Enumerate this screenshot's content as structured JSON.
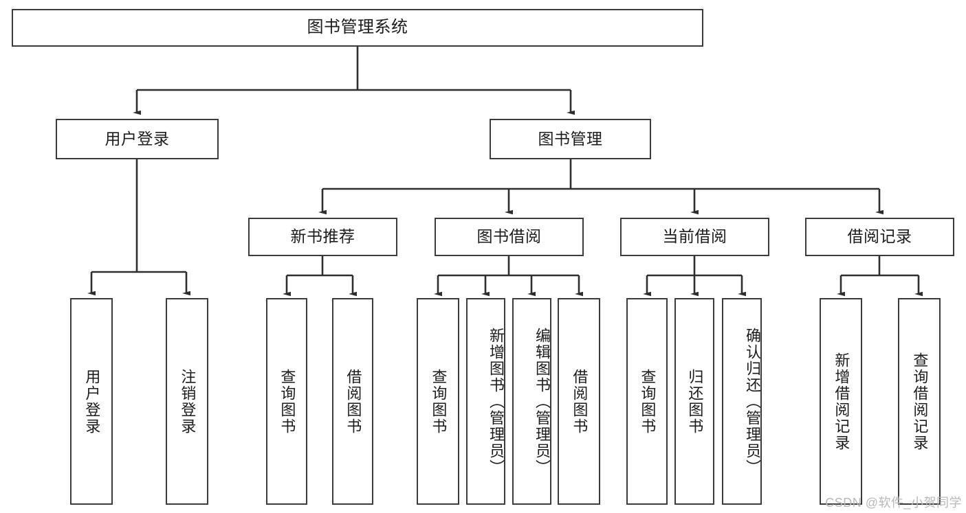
{
  "diagram": {
    "title": "图书管理系统",
    "type": "hierarchy-tree",
    "watermark": "CSDN @软件_小贺同学",
    "colors": {
      "stroke": "#3b3b3b",
      "fill": "#ffffff",
      "text": "#1c1c1c",
      "watermark": "#b9b9b9"
    },
    "root": {
      "label": "图书管理系统"
    },
    "level2": [
      {
        "label": "用户登录"
      },
      {
        "label": "图书管理"
      }
    ],
    "level3": [
      {
        "label": "新书推荐"
      },
      {
        "label": "图书借阅"
      },
      {
        "label": "当前借阅"
      },
      {
        "label": "借阅记录"
      }
    ],
    "leaves": {
      "user_login": [
        {
          "label": "用户登录"
        },
        {
          "label": "注销登录"
        }
      ],
      "new_book_recommend": [
        {
          "label": "查询图书"
        },
        {
          "label": "借阅图书"
        }
      ],
      "book_borrow": [
        {
          "label": "查询图书"
        },
        {
          "label": "新增图书（管理员）"
        },
        {
          "label": "编辑图书（管理员）"
        },
        {
          "label": "借阅图书"
        }
      ],
      "current_borrow": [
        {
          "label": "查询图书"
        },
        {
          "label": "归还图书"
        },
        {
          "label": "确认归还（管理员）"
        }
      ],
      "borrow_record": [
        {
          "label": "新增借阅记录"
        },
        {
          "label": "查询借阅记录"
        }
      ]
    }
  }
}
